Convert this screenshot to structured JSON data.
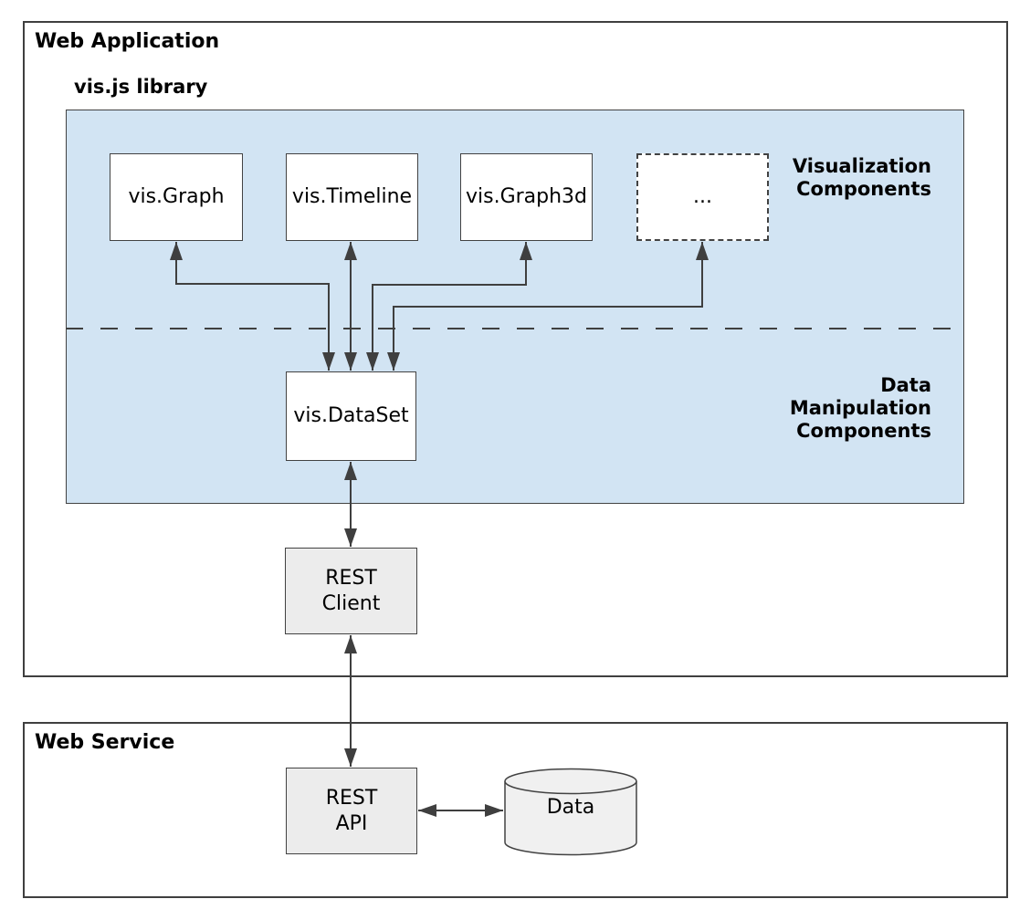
{
  "colors": {
    "library_fill": "#d2e4f3",
    "box_border": "#424242",
    "outer_border": "#3f3f3f",
    "gray_fill": "#ececec",
    "cylinder_fill": "#f0f0f0",
    "wire": "#3f3f3f",
    "text": "#000000"
  },
  "titles": {
    "web_application": "Web Application",
    "web_service": "Web Service",
    "library": "vis.js library"
  },
  "zone_labels": {
    "visualization": "Visualization\nComponents",
    "data_manipulation": "Data\nManipulation\nComponents"
  },
  "nodes": {
    "graph": "vis.Graph",
    "timeline": "vis.Timeline",
    "graph3d": "vis.Graph3d",
    "more": "...",
    "dataset": "vis.DataSet",
    "rest_client": "REST\nClient",
    "rest_api": "REST\nAPI",
    "data_store": "Data"
  }
}
